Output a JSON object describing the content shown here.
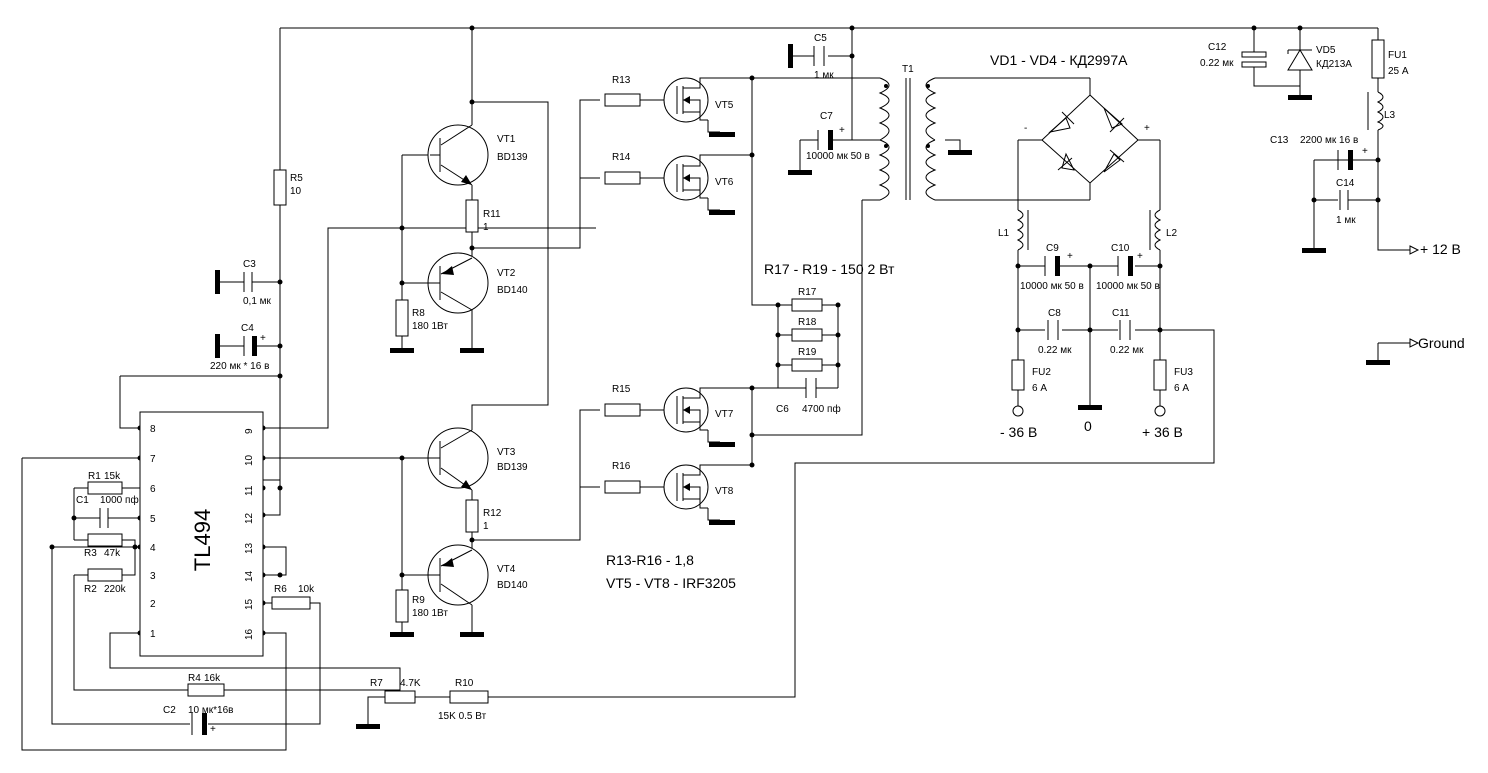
{
  "components": {
    "R1": {
      "ref": "R1",
      "value": "15k"
    },
    "R2": {
      "ref": "R2",
      "value": "220k"
    },
    "R3": {
      "ref": "R3",
      "value": "47k"
    },
    "R4": {
      "ref": "R4",
      "value": "16k"
    },
    "R5": {
      "ref": "R5",
      "value": "10"
    },
    "R6": {
      "ref": "R6",
      "value": "10k"
    },
    "R7": {
      "ref": "R7",
      "value": "4.7K"
    },
    "R8": {
      "ref": "R8",
      "value": "180 1Вт"
    },
    "R9": {
      "ref": "R9",
      "value": "180 1Вт"
    },
    "R10": {
      "ref": "R10",
      "value": "15K 0.5 Вт"
    },
    "R11": {
      "ref": "R11",
      "value": "1"
    },
    "R12": {
      "ref": "R12",
      "value": "1"
    },
    "R13": {
      "ref": "R13"
    },
    "R14": {
      "ref": "R14"
    },
    "R15": {
      "ref": "R15"
    },
    "R16": {
      "ref": "R16"
    },
    "R17": {
      "ref": "R17"
    },
    "R18": {
      "ref": "R18"
    },
    "R19": {
      "ref": "R19"
    },
    "C1": {
      "ref": "C1",
      "value": "1000 пф"
    },
    "C2": {
      "ref": "C2",
      "value": "10 мк*16в"
    },
    "C3": {
      "ref": "C3",
      "value": "0,1 мк"
    },
    "C4": {
      "ref": "C4",
      "value": "220 мк * 16 в"
    },
    "C5": {
      "ref": "C5",
      "value": "1 мк"
    },
    "C6": {
      "ref": "C6",
      "value": "4700 пф"
    },
    "C7": {
      "ref": "C7",
      "value": "10000 мк 50 в"
    },
    "C8": {
      "ref": "C8",
      "value": "0.22 мк"
    },
    "C9": {
      "ref": "C9",
      "value": "10000 мк 50 в"
    },
    "C10": {
      "ref": "C10",
      "value": "10000 мк 50 в"
    },
    "C11": {
      "ref": "C11",
      "value": "0.22 мк"
    },
    "C12": {
      "ref": "C12",
      "value": "0.22 мк"
    },
    "C13": {
      "ref": "C13",
      "value": "2200 мк 16 в"
    },
    "C14": {
      "ref": "C14",
      "value": "1 мк"
    },
    "VT1": {
      "ref": "VT1",
      "value": "BD139"
    },
    "VT2": {
      "ref": "VT2",
      "value": "BD140"
    },
    "VT3": {
      "ref": "VT3",
      "value": "BD139"
    },
    "VT4": {
      "ref": "VT4",
      "value": "BD140"
    },
    "VT5": {
      "ref": "VT5"
    },
    "VT6": {
      "ref": "VT6"
    },
    "VT7": {
      "ref": "VT7"
    },
    "VT8": {
      "ref": "VT8"
    },
    "T1": {
      "ref": "T1"
    },
    "L1": {
      "ref": "L1"
    },
    "L2": {
      "ref": "L2"
    },
    "L3": {
      "ref": "L3"
    },
    "VD5": {
      "ref": "VD5",
      "value": "КД213А"
    },
    "FU1": {
      "ref": "FU1",
      "value": "25 А"
    },
    "FU2": {
      "ref": "FU2",
      "value": "6 А"
    },
    "FU3": {
      "ref": "FU3",
      "value": "6 А"
    },
    "IC1": {
      "value": "TL494"
    }
  },
  "ic_pins": [
    "1",
    "2",
    "3",
    "4",
    "5",
    "6",
    "7",
    "8",
    "9",
    "10",
    "11",
    "12",
    "13",
    "14",
    "15",
    "16"
  ],
  "notes": {
    "diodes": "VD1 - VD4 - КД2997А",
    "r17_19": "R17 - R19 - 150 2 Вт",
    "r13_16": "R13-R16 - 1,8",
    "vt5_8": "VT5 -  VT8 - IRF3205"
  },
  "terminals": {
    "minus36": "- 36 В",
    "zero": "0",
    "plus36": "+ 36 В",
    "plus12": "+ 12 В",
    "ground": "Ground"
  },
  "polarity": {
    "plus": "+",
    "minus": "-"
  }
}
